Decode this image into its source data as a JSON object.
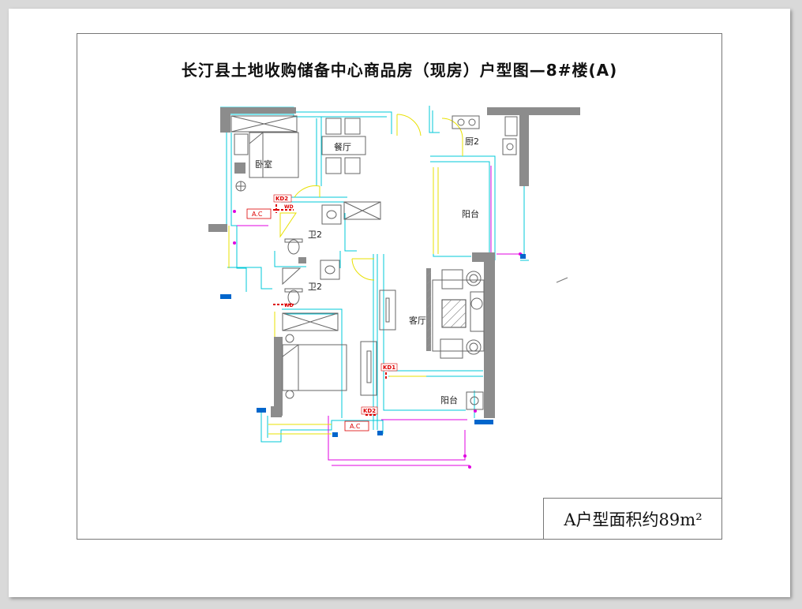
{
  "title": "长汀县土地收购储备中心商品房（现房）户型图—8#楼(A)",
  "area_label": "A户型面积约89m²",
  "rooms": {
    "bedroom": "卧室",
    "dining": "餐厅",
    "kitchen": "厨2",
    "balcony_top": "阳台",
    "bath_1": "卫2",
    "bath_2": "卫2",
    "living": "客厅",
    "balcony_bottom": "阳台"
  },
  "tags": {
    "kd2_top": "KD2",
    "kd1": "KD1",
    "kd2_bottom": "KD2",
    "wd_top": "WD",
    "wd_bottom": "WD",
    "ac_top": "A.C",
    "ac_bottom": "A.C"
  },
  "colors": {
    "wall": "#8c8c8c",
    "outline": "#00c8d8",
    "door": "#e8e000",
    "railing": "#e000e0",
    "marker": "#0066cc",
    "tag": "#dd0000"
  }
}
